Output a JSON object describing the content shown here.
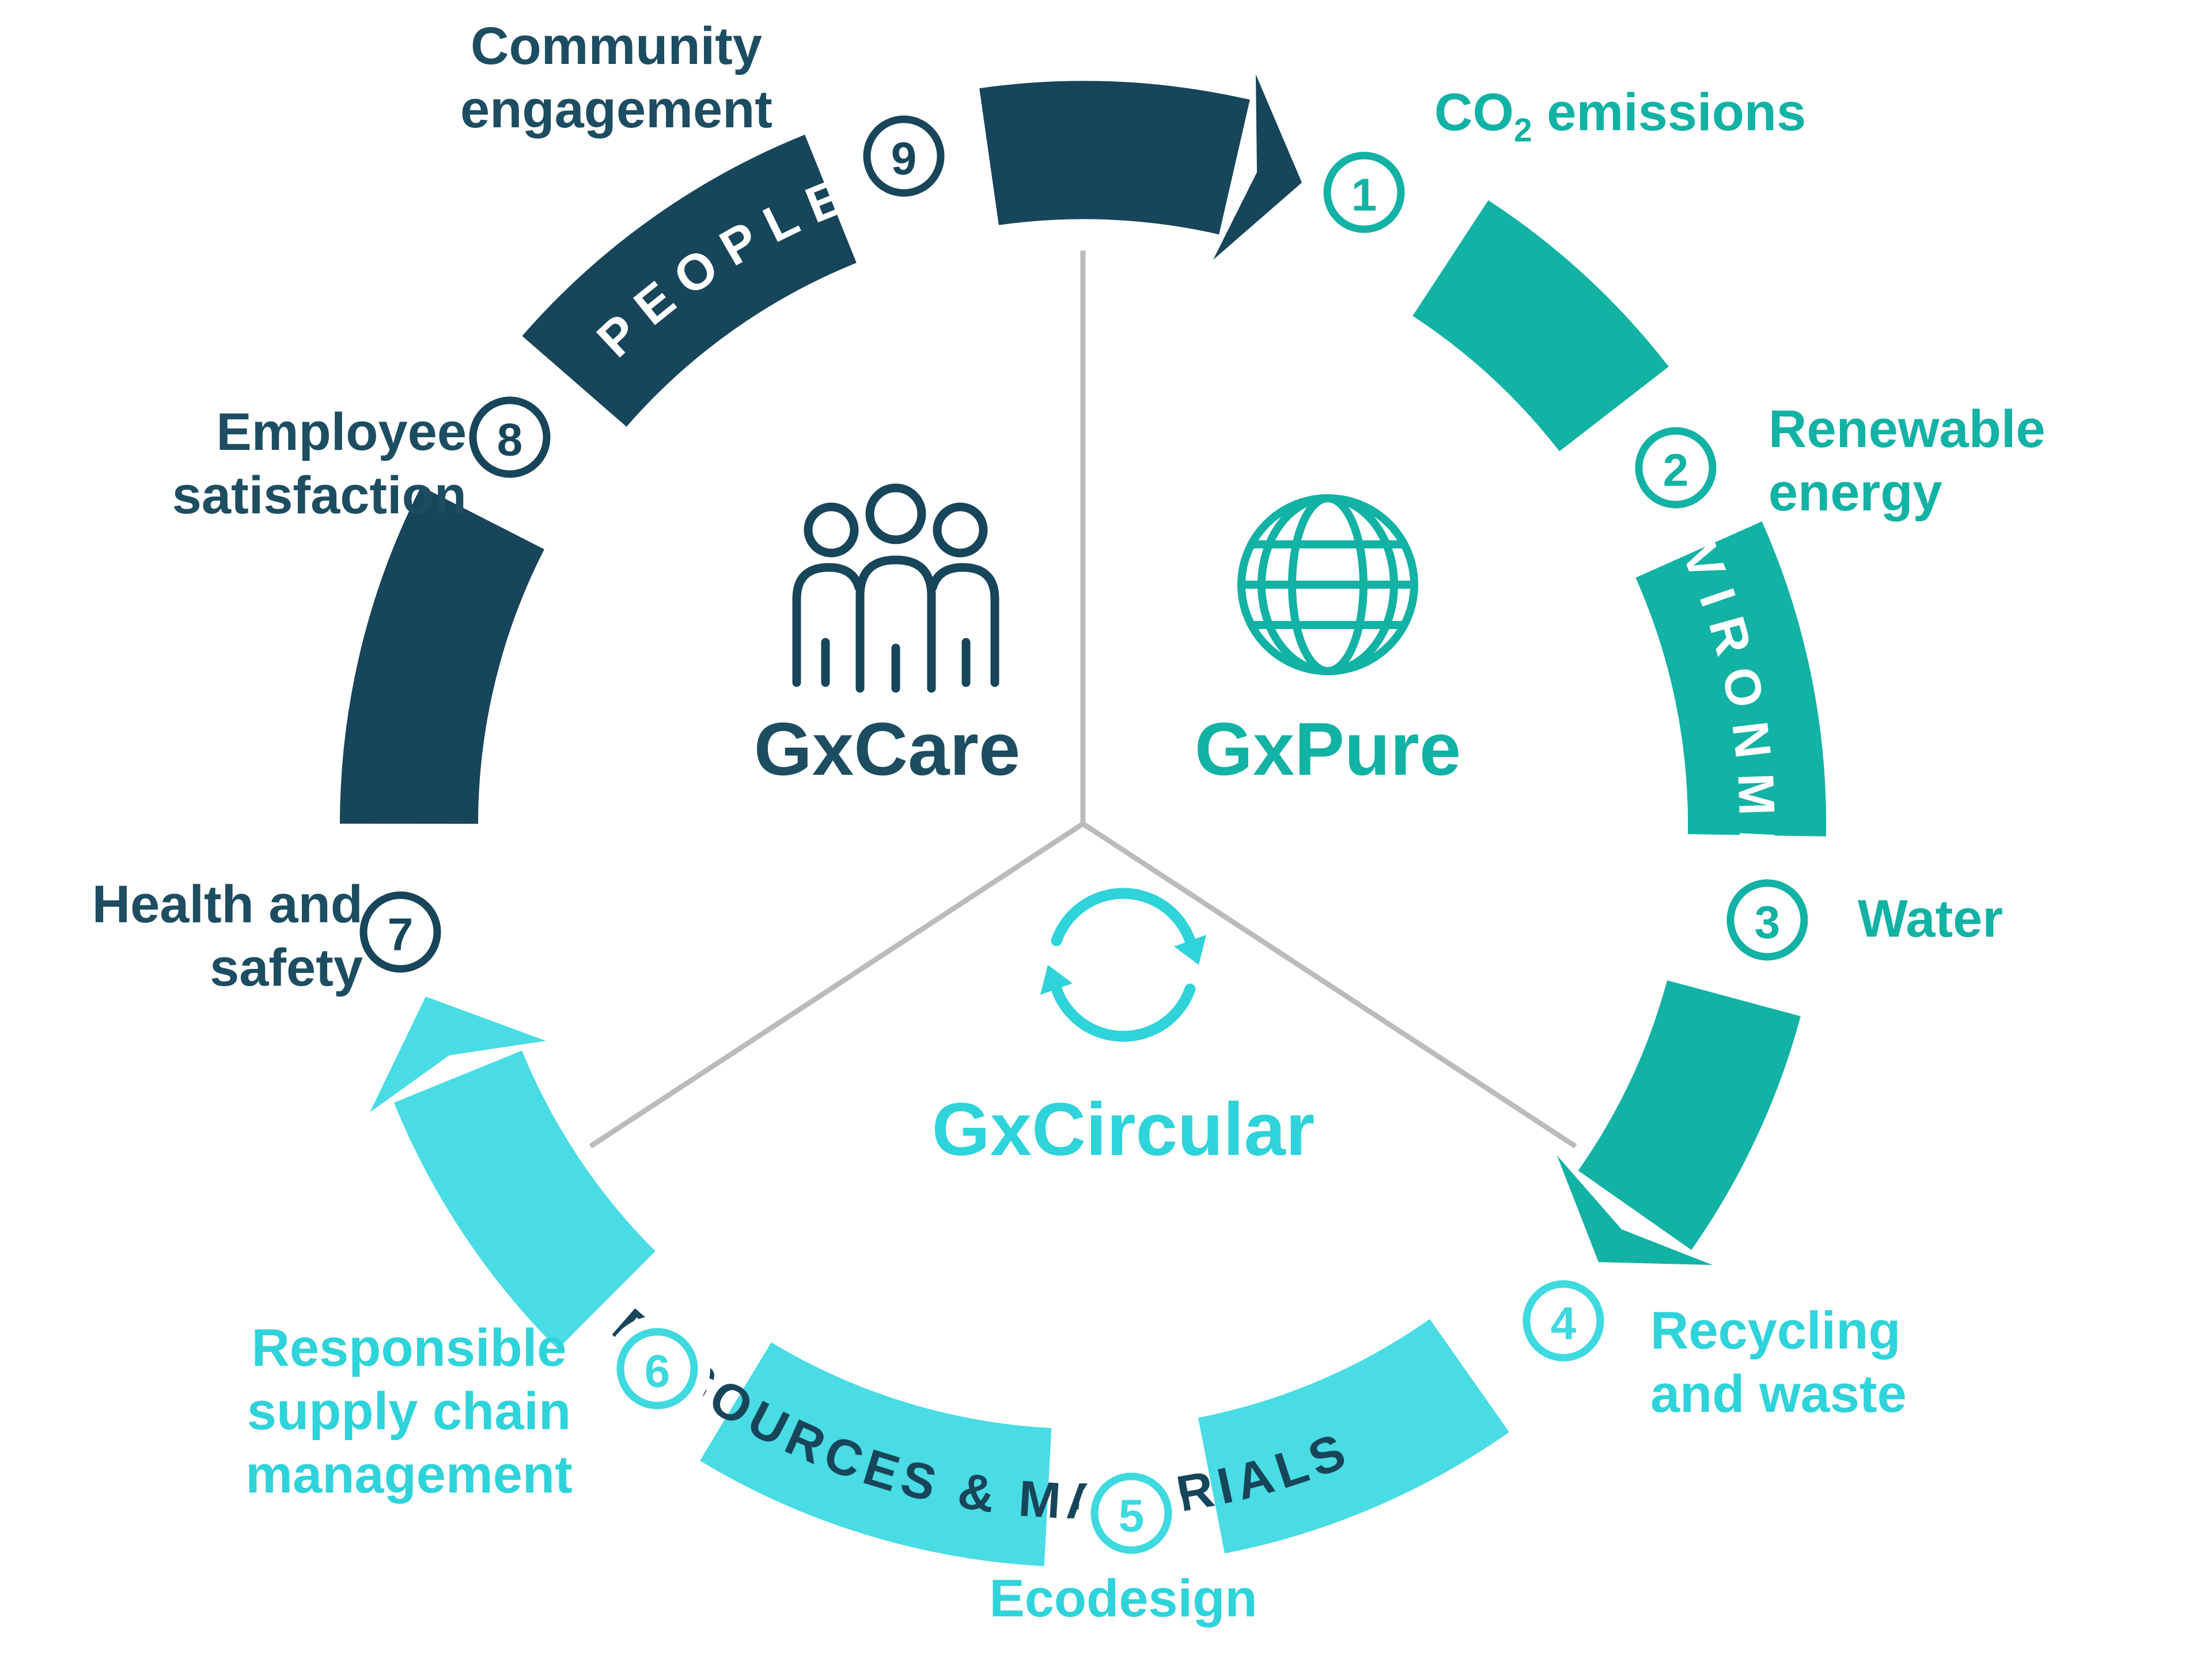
{
  "colors": {
    "navy_arc": "#17455A",
    "teal_arc": "#12B2A4",
    "cyan_arc": "#49DCE4",
    "navy_text": "#1D4D61",
    "teal_text": "#12B2A4",
    "cyan_text": "#2FD3DA",
    "ribbon_text_light": "#FFFFFF",
    "divider_gray": "#B9BBBD",
    "background": "#FFFFFF"
  },
  "ring": {
    "people_arc_label": "PEOPLE",
    "environment_arc_label": "ENVIRONMENT",
    "resources_arc_label": "RESOURCES & MATERIALS"
  },
  "center": {
    "gxcare": "GxCare",
    "gxpure": "GxPure",
    "gxcircular": "GxCircular"
  },
  "markers": [
    {
      "number": "1"
    },
    {
      "number": "2"
    },
    {
      "number": "3"
    },
    {
      "number": "4"
    },
    {
      "number": "5"
    },
    {
      "number": "6"
    },
    {
      "number": "7"
    },
    {
      "number": "8"
    },
    {
      "number": "9"
    }
  ],
  "labels": {
    "co2": {
      "base": "CO",
      "sub": "2",
      "rest": " emissions"
    },
    "renewable": {
      "line1": "Renewable",
      "line2": "energy"
    },
    "water": "Water",
    "recycling": {
      "line1": "Recycling",
      "line2": "and waste"
    },
    "ecodesign": "Ecodesign",
    "responsible": {
      "line1": "Responsible",
      "line2": "supply chain",
      "line3": "management"
    },
    "health": {
      "line1": "Health and",
      "line2": "safety"
    },
    "employee": {
      "line1": "Employee",
      "line2": "satisfaction"
    },
    "community": {
      "line1": "Community",
      "line2": "engagement"
    }
  }
}
